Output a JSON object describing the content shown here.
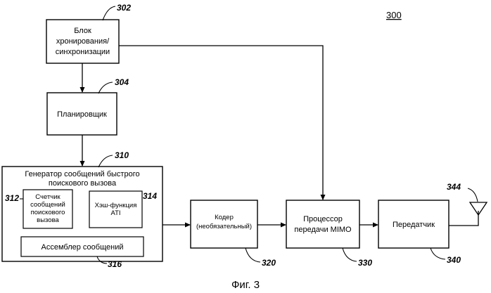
{
  "figure_number": "300",
  "caption": "Фиг. 3",
  "blocks": {
    "timing": {
      "ref": "302",
      "lines": [
        "Блок",
        "хронирования/",
        "синхронизации"
      ]
    },
    "scheduler": {
      "ref": "304",
      "lines": [
        "Планировщик"
      ]
    },
    "generator": {
      "ref": "310",
      "lines": [
        "Генератор сообщений быстрого",
        "поискового вызова"
      ]
    },
    "counter": {
      "ref": "312",
      "lines": [
        "Счетчик",
        "сообщений",
        "поискового",
        "вызова"
      ]
    },
    "hash": {
      "ref": "314",
      "lines": [
        "Хэш-функция",
        "ATI"
      ]
    },
    "assembler": {
      "ref": "316",
      "lines": [
        "Ассемблер сообщений"
      ]
    },
    "encoder": {
      "ref": "320",
      "lines": [
        "Кодер",
        "(необязательный)"
      ]
    },
    "mimo": {
      "ref": "330",
      "lines": [
        "Процессор",
        "передачи MIMO"
      ]
    },
    "transmitter": {
      "ref": "340",
      "lines": [
        "Передатчик"
      ]
    },
    "antenna": {
      "ref": "344"
    }
  }
}
